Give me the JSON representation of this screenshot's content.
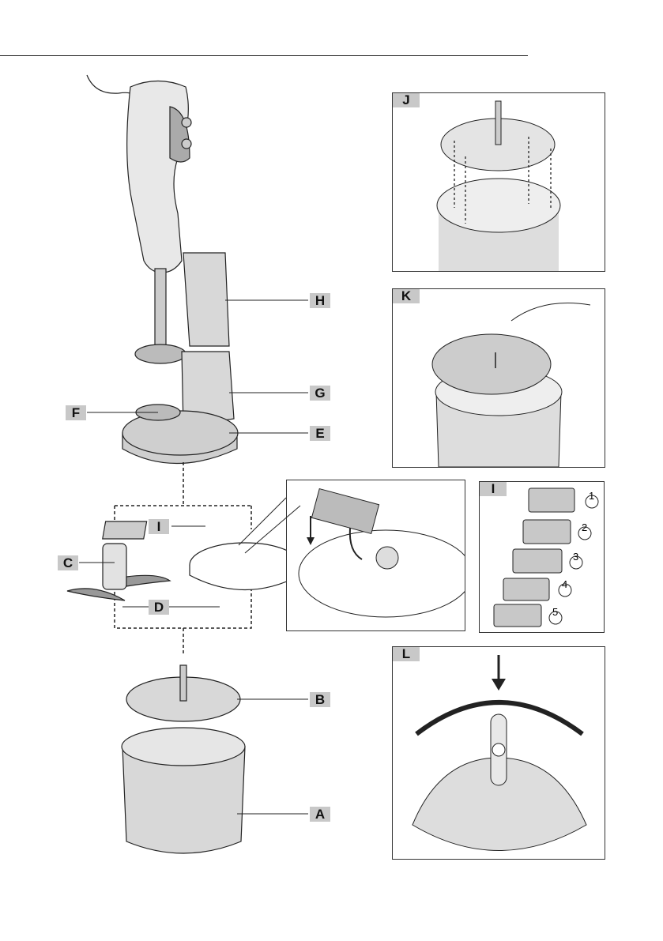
{
  "page": {
    "type": "appliance manual illustration page"
  },
  "callouts": {
    "A": "A",
    "B": "B",
    "C": "C",
    "D": "D",
    "E": "E",
    "F": "F",
    "G": "G",
    "H": "H",
    "I": "I"
  },
  "panels": {
    "J": {
      "label": "J"
    },
    "K": {
      "label": "K"
    },
    "I": {
      "label": "I",
      "discs": [
        "1",
        "2",
        "3",
        "4",
        "5"
      ]
    },
    "L": {
      "label": "L"
    }
  },
  "colors": {
    "label_bg": "#c8c8c8",
    "part_fill": "#d8d8d8",
    "line": "#222222"
  }
}
